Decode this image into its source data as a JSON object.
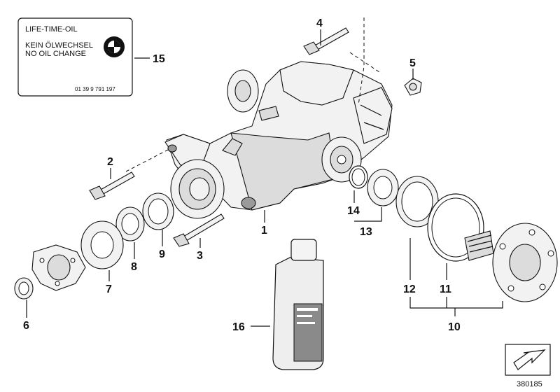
{
  "label_sticker": {
    "line1": "LIFE-TIME-OIL",
    "line2": "KEIN ÖLWECHSEL",
    "line3": "NO OIL CHANGE",
    "part_number": "01 39 9 791 197",
    "logo": "bmw-roundel-icon"
  },
  "callouts": {
    "c1": "1",
    "c2": "2",
    "c3": "3",
    "c4": "4",
    "c5": "5",
    "c6": "6",
    "c7": "7",
    "c8": "8",
    "c9": "9",
    "c10": "10",
    "c11": "11",
    "c12": "12",
    "c13": "13",
    "c14": "14",
    "c15": "15",
    "c16": "16"
  },
  "diagram_number": "380185",
  "icons": {
    "nav_arrow": "down-left-arrow-icon"
  },
  "colors": {
    "line": "#111111",
    "part_fill": "#f2f2f2",
    "part_shade": "#dcdcdc",
    "bottle_fill": "#eeeeee",
    "bottle_label": "#8a8a8a"
  }
}
